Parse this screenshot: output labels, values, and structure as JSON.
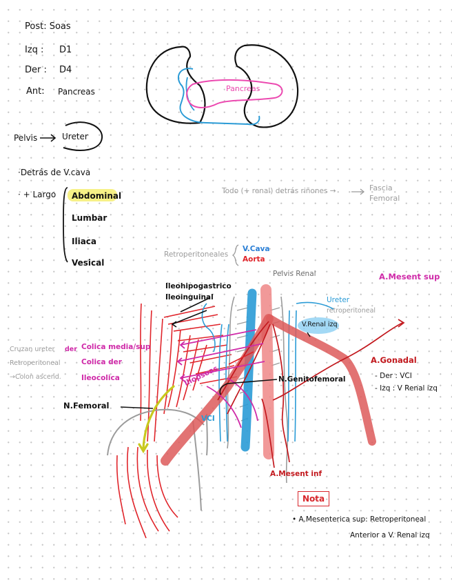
{
  "header_notes": {
    "post": "Post: Soas",
    "izq": "Izq :",
    "izq_val": "D1",
    "der": "Der :",
    "der_val": "D4",
    "ant": "Ant:",
    "ant_val": "Pancreas"
  },
  "pelvis": {
    "label": "Pelvis",
    "arrow": "→",
    "ureter": "Ureter"
  },
  "list": {
    "item1": "·Detrás de V.cava",
    "item2": "· + Largo",
    "sub": [
      "Abdominal",
      "Lumbar",
      "Iliaca",
      "Vesical"
    ]
  },
  "diagram_labels": {
    "pancreas": "Pancreas",
    "todo": "Todo (+ renal) detrás riñones →",
    "fascia": "Fascia Femoral",
    "retroperitoneal": "Retroperitoneales",
    "vcava": "V.Cava",
    "aorta": "Aorta",
    "pelvis_renal": "Pelvis Renal",
    "a_mesent_sup": "A.Mesent sup",
    "ileo1": "Ileohipogastrico",
    "ileo2": "Ileoinguinal",
    "ureter_retro": "Ureter",
    "ureter_retro2": "retroperitoneal",
    "v_renal_izq": "V.Renal izq",
    "cruzan1": "Cruzan ureter",
    "cruzan_der": "der",
    "cruzan2": "Retroperitoneal",
    "cruzan3": "→Colon ascend.",
    "colica1": "Colica media/sup",
    "colica2": "Colica der",
    "colica3": "Ileocolica",
    "iliopsoas": "Iliopsoas",
    "n_genito": "N.Genitofemoral",
    "a_gonadal": "A.Gonadal",
    "gonadal_der": "- Der : VCI",
    "gonadal_izq": "- Izq : V Renal izq",
    "n_femoral": "N.Femoral",
    "vci": "VCI",
    "a_mesent_inf": "A.Mesent inf",
    "nota": "Nota",
    "nota_line1": "• A.Mesenterica sup: Retroperitoneal",
    "nota_line2": "Anterior a V. Renal izq"
  },
  "colors": {
    "ink": "#111111",
    "red": "#e0242a",
    "dark_red": "#c2181d",
    "blue": "#2a9bd6",
    "light_blue": "#8ccff2",
    "magenta": "#cf2aa8",
    "pink": "#ec49b0",
    "yellow_green": "#c8c81e",
    "gray": "#9b9b9b",
    "salmon": "#ee8787",
    "highlight": "#f6ef7a"
  }
}
